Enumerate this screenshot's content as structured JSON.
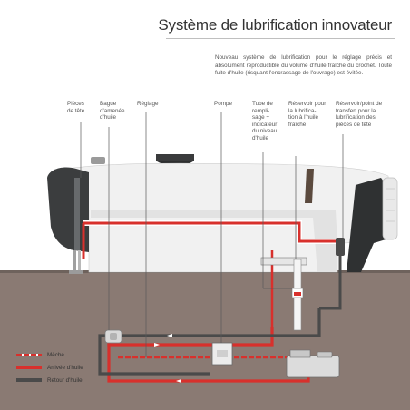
{
  "title": "Système de lubrification innovateur",
  "description": "Nouveau système de lubrification pour le réglage précis et absolument reproductible du volume d'huile fraîche du crochet. Toute fuite d'huile (risquant l'encrassage de l'ouvrage) est évitée.",
  "labels": {
    "pieces_tete": "Pièces\nde tête",
    "bague": "Bague\nd'amenée\nd'huile",
    "reglage": "Réglage",
    "pompe": "Pompe",
    "tube": "Tube de\nrempli-\nsage +\nindicateur\ndu niveau\nd'huile",
    "reservoir": "Réservoir pour\nla lubrifica-\ntion à l'huile\nfraîche",
    "reservoir_point": "Réservoir/point de\ntransfert pour la\nlubrification des\npièces de tête"
  },
  "legend": {
    "meche": "Mèche",
    "arrivee": "Arrivée d'huile",
    "retour": "Retour d'huile"
  },
  "colors": {
    "oil_supply": "#d8302c",
    "oil_return": "#4a4a4a",
    "wick": "#d8302c",
    "table": "#8a7a73",
    "machine_body": "#f1f1f1",
    "machine_dark": "#3b3d3e"
  }
}
